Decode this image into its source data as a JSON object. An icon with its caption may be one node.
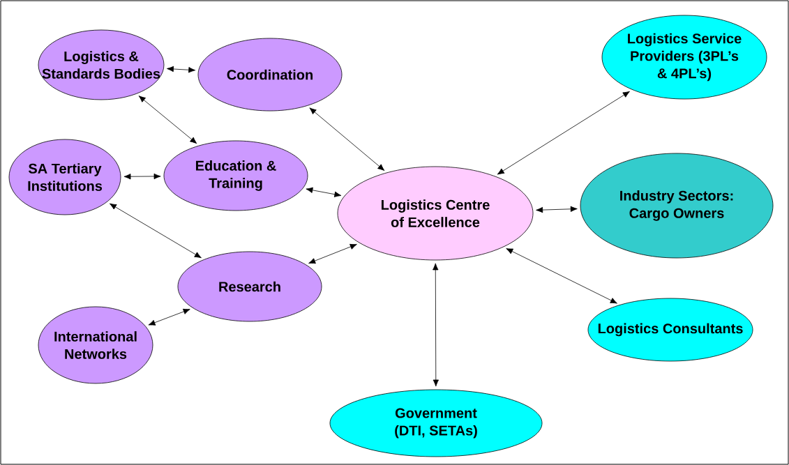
{
  "diagram": {
    "nodes": [
      {
        "text": [
          "Logistics & Standards Bodies"
        ]
      },
      {
        "text": [
          "Coordination"
        ]
      },
      {
        "text": [
          "Logistics Service Providers (3PL’s & 4PL’s)"
        ]
      },
      {
        "text": [
          "SA Tertiary Institutions"
        ]
      },
      {
        "text": [
          "Education & Training"
        ]
      },
      {
        "text": [
          "Logistics Centre of Excellence"
        ]
      },
      {
        "text": [
          "Industry Sectors: Cargo Owners"
        ]
      },
      {
        "text": [
          "Research"
        ]
      },
      {
        "text": [
          "Logistics Consultants"
        ]
      },
      {
        "text": [
          "International Networks"
        ]
      },
      {
        "text": [
          "Government (DTI, SETAs)"
        ]
      }
    ],
    "edges": [
      {
        "from": 0,
        "to": 1,
        "arrow": "both"
      },
      {
        "from": 0,
        "to": 4,
        "arrow": "both"
      },
      {
        "from": 3,
        "to": 4,
        "arrow": "both"
      },
      {
        "from": 3,
        "to": 7,
        "arrow": "both"
      },
      {
        "from": 9,
        "to": 7,
        "arrow": "both"
      },
      {
        "from": 1,
        "to": 5,
        "arrow": "both"
      },
      {
        "from": 4,
        "to": 5,
        "arrow": "both"
      },
      {
        "from": 7,
        "to": 5,
        "arrow": "both"
      },
      {
        "from": 5,
        "to": 2,
        "arrow": "both"
      },
      {
        "from": 5,
        "to": 6,
        "arrow": "both"
      },
      {
        "from": 5,
        "to": 8,
        "arrow": "both"
      },
      {
        "from": 5,
        "to": 10,
        "arrow": "both"
      }
    ]
  }
}
